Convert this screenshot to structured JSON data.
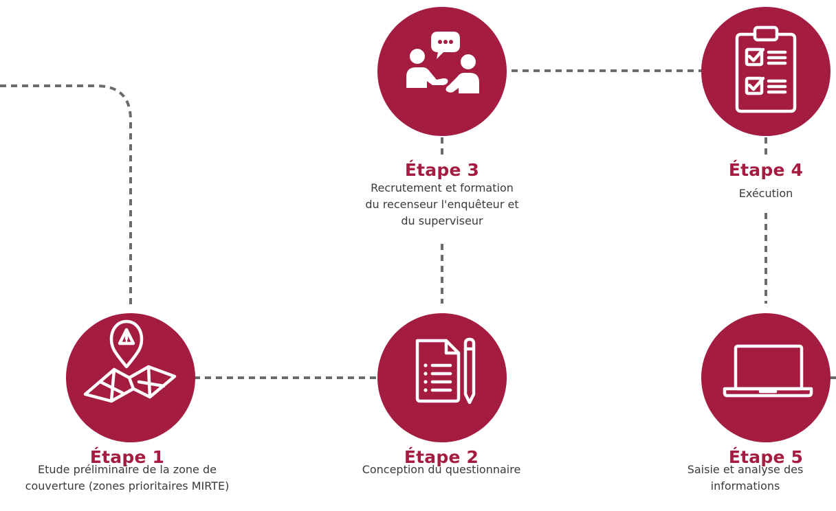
{
  "colors": {
    "accent": "#a51c41",
    "connector": "#6b6b6b",
    "icon_stroke": "#ffffff",
    "text": "#3a3a3a"
  },
  "steps": [
    {
      "title": "Étape 1",
      "description_lines": [
        "Etude préliminaire de la zone de",
        "couverture (zones prioritaires MIRTE)"
      ],
      "icon": "map-pin-warning-icon"
    },
    {
      "title": "Étape 2",
      "description_lines": [
        "Conception du questionnaire"
      ],
      "icon": "document-pencil-icon"
    },
    {
      "title": "Étape 3",
      "description_lines": [
        "Recrutement et formation",
        "du recenseur l'enquêteur et",
        "du superviseur"
      ],
      "icon": "conversation-people-icon"
    },
    {
      "title": "Étape 4",
      "description_lines": [
        "Exécution"
      ],
      "icon": "clipboard-checklist-icon"
    },
    {
      "title": "Étape 5",
      "description_lines": [
        "Saisie et analyse des",
        "informations"
      ],
      "icon": "laptop-icon"
    }
  ]
}
